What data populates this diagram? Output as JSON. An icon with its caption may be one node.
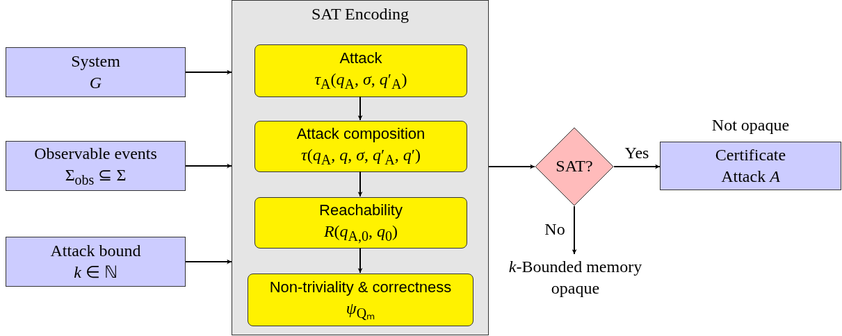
{
  "diagram": {
    "nodes": [
      {
        "text": [
          "System",
          "*G*"
        ]
      },
      {
        "text": [
          "Observable events",
          "Σ$_{obs}$ ⊆ Σ"
        ]
      },
      {
        "text": [
          "Attack bound",
          "*k* ∈ ℕ"
        ]
      },
      {
        "text": [
          "SAT Encoding"
        ]
      },
      {
        "text": [
          "Attack",
          "*τ*$_{A}$(*q*$_{A}$, *σ*, *q*′$_{A}$)"
        ],
        "in": 3
      },
      {
        "text": [
          "Attack composition",
          "*τ*(*q*$_{A}$, *q*, *σ*, *q*′$_{A}$, *q*′)"
        ],
        "in": 3
      },
      {
        "text": [
          "Reachability",
          "*R*(*q*$_{A,0}$, *q*$_{0}$)"
        ],
        "in": 3
      },
      {
        "text": [
          "Non-triviality & correctness",
          "*ψ*$_{Qₘ}$"
        ],
        "in": 3
      },
      {
        "text": [
          "SAT?"
        ]
      },
      {
        "text": [
          "Certificate",
          "Attack *A*"
        ],
        "beside": [
          "Not opaque"
        ]
      },
      {
        "text": [
          "*k*-Bounded memory opaque"
        ]
      }
    ],
    "edges": [
      {
        "from": 0,
        "to": 3,
        "arrow": "to"
      },
      {
        "from": 1,
        "to": 3,
        "arrow": "to"
      },
      {
        "from": 2,
        "to": 3,
        "arrow": "to"
      },
      {
        "from": 4,
        "to": 5,
        "arrow": "to"
      },
      {
        "from": 5,
        "to": 6,
        "arrow": "to"
      },
      {
        "from": 6,
        "to": 7,
        "arrow": "to"
      },
      {
        "from": 3,
        "to": 8,
        "arrow": "to"
      },
      {
        "from": 8,
        "to": 9,
        "arrow": "to",
        "label": "Yes"
      },
      {
        "from": 8,
        "to": 10,
        "arrow": "to",
        "label": "No"
      }
    ]
  }
}
